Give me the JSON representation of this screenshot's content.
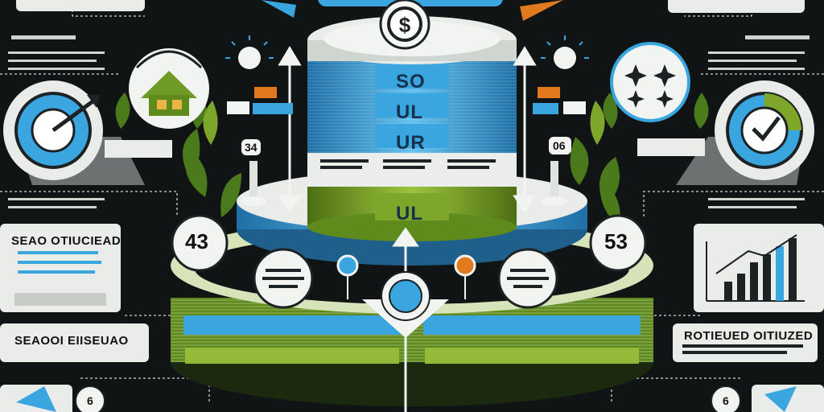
{
  "stack_labels": [
    "SO",
    "UL",
    "UR",
    "UL"
  ],
  "left_panel_heading": "SEAO OTIUCIEAD",
  "left_panel_caption": "SEAOOI EIISEUAO",
  "right_panel_caption": "ROTIEUED OITIUZED",
  "left_badge_number": "43",
  "right_badge_number": "53",
  "left_small_number": "34",
  "right_small_number": "06",
  "bottom_left_number": "6",
  "bottom_right_number": "6",
  "icons": [
    "dollar-icon",
    "house-icon",
    "target-arrow-icon",
    "gauge-icon",
    "bar-chart-icon",
    "sun-icon",
    "sparkle-icon",
    "pin-icon"
  ],
  "colors": {
    "background": "#101415",
    "blue": "#3aa6e0",
    "green": "#7ea62a",
    "panel": "#e9ece8"
  }
}
